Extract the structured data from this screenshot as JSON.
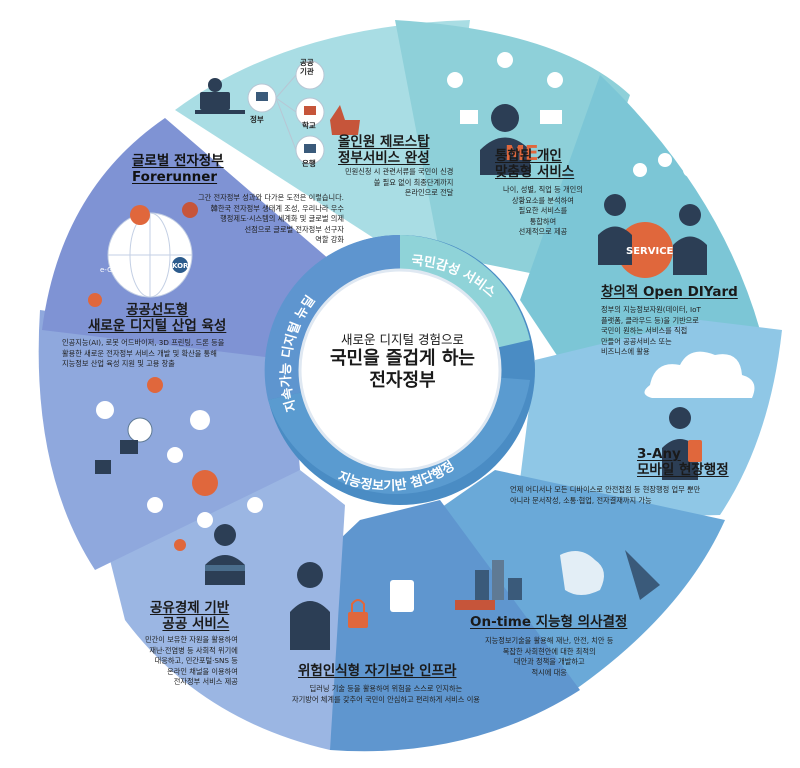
{
  "center": {
    "subtitle": "새로운 디지털 경험으로",
    "title_line1": "국민을 즐겁게 하는",
    "title_line2": "전자정부"
  },
  "ring_labels": {
    "top_right": "국민감성 서비스",
    "left": "지속가능 디지털 뉴딜",
    "bottom": "지능정보기반 첨단행정"
  },
  "segments": [
    {
      "id": "one-stop",
      "title": [
        "올인원 제로스탑",
        "정부서비스 완성"
      ],
      "desc": [
        "민원신청 시 관련서류를 국민이 신경",
        "쓸 필요 없이 최종단계까지",
        "온라인으로 전달"
      ],
      "color": "#a9dde4"
    },
    {
      "id": "personalized",
      "title": [
        "통합된 개인",
        "맞춤형 서비스"
      ],
      "desc": [
        "나이, 성별, 직업 등 개인의",
        "상황요소를 분석하여",
        "필요한 서비스를",
        "통합하여",
        "선제적으로 제공"
      ],
      "color": "#8ed0d9"
    },
    {
      "id": "open-diyard",
      "title": [
        "창의적 Open DIYard"
      ],
      "desc": [
        "정부의 지능정보자원(데이터, IoT",
        "플랫폼, 클라우드 등)을 기반으로",
        "국민이 원하는 서비스를 직접",
        "만들어 공공서비스 또는",
        "비즈니스에 활용"
      ],
      "color": "#7cc6d6"
    },
    {
      "id": "mobile",
      "title": [
        "3-Any",
        "모바일 현장행정"
      ],
      "desc": [
        "언제 어디서나 모든 디바이스로 안전접점 등 현장행정 업무 뿐만",
        "아니라 문서작성, 소통·협업, 전자결재까지 가능"
      ],
      "color": "#8fc7e6"
    },
    {
      "id": "decision",
      "title": [
        "On-time 지능형 의사결정"
      ],
      "desc": [
        "지능정보기술을 활용해 재난, 안전, 치안 등",
        "복잡한 사회현안에 대한 최적의",
        "대안과 정책을 개발하고",
        "적시에 대응"
      ],
      "color": "#6aa9d8"
    },
    {
      "id": "security",
      "title": [
        "위험인식형 자기보안 인프라"
      ],
      "desc": [
        "딥러닝 기술 등을 활용하여 위험을 스스로 인지하는",
        "자기방어 체계를 갖추어 국민이 안심하고 편리하게 서비스 이용"
      ],
      "color": "#5f96cf"
    },
    {
      "id": "sharing",
      "title": [
        "공유경제 기반",
        "공공 서비스"
      ],
      "desc": [
        "민간이 보유한 자원을 활용하여",
        "재난·전염병 등 사회적 위기에",
        "대응하고, 민간포털·SNS 등",
        "온라인 채널을 이용하여",
        "전자정부 서비스 제공"
      ],
      "color": "#9bb6e3"
    },
    {
      "id": "industry",
      "title": [
        "공공선도형",
        "새로운 디지털 산업 육성"
      ],
      "desc": [
        "인공지능(AI), 로봇 어드바이저, 3D 프린팅, 드론 등을",
        "활용한 새로운 전자정부 서비스 개발 및 확산을 통해",
        "지능정보 산업 육성 지원 및 고용 창출"
      ],
      "color": "#8fa8dd"
    },
    {
      "id": "global",
      "title": [
        "글로벌 전자정부",
        "Forerunner"
      ],
      "desc": [
        "그간 전자정부 성과와 다가온 도전은 이렇습니다.",
        "韓한국 전자정부 생태계 조성, 우리나라 우수",
        "행정제도·시스템의 세계화 및 글로벌 의제",
        "선점으로 글로벌 전자정부 선구자",
        "역할 강화"
      ],
      "color": "#7f93d4"
    }
  ],
  "node_labels": {
    "gov": "정부",
    "public": "공공\n기관",
    "school": "학교",
    "bank": "은행"
  },
  "badges": {
    "me": "ME",
    "service": "SERVICE",
    "egov": "e-Gov",
    "kor": "KOR"
  }
}
